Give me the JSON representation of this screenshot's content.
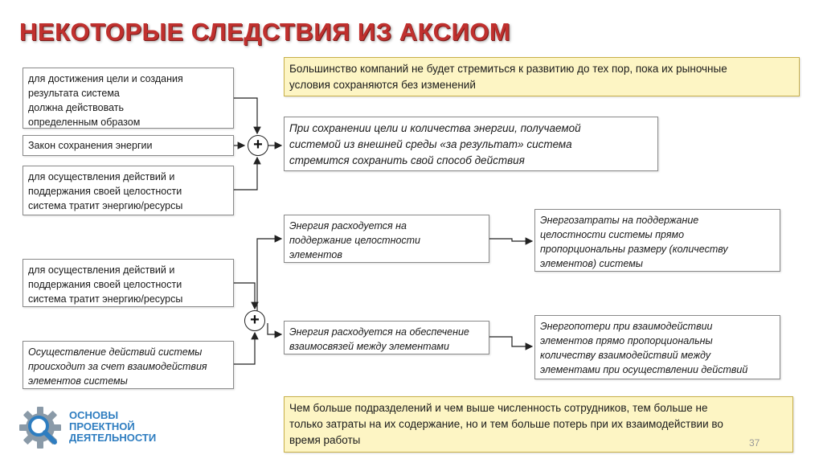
{
  "title": "НЕКОТОРЫЕ СЛЕДСТВИЯ ИЗ АКСИОМ",
  "top": {
    "box_goal": [
      "для достижения цели и создания",
      "результата система",
      "должна действовать",
      "определенным образом"
    ],
    "box_law": "Закон сохранения энергии",
    "box_resources": [
      "для осуществления действий и",
      "поддержания своей целостности",
      "система тратит энергию/ресурсы"
    ],
    "plus": "+",
    "result": [
      "При сохранении цели и количества энергии, получаемой",
      "системой из внешней среды «за результат» система",
      "стремится сохранить свой способ действия"
    ],
    "note_top": [
      "Большинство компаний не будет стремиться к развитию до тех пор, пока их рыночные",
      "условия сохраняются без изменений"
    ]
  },
  "bottom": {
    "box_resources": [
      "для осуществления действий и",
      "поддержания своей целостности",
      "система тратит энергию/ресурсы"
    ],
    "box_interaction": [
      "Осуществление действий системы",
      "происходит за счет взаимодействия",
      "элементов системы"
    ],
    "plus": "+",
    "energy_integrity": [
      "Энергия расходуется на",
      "поддержание целостности",
      "элементов"
    ],
    "energy_links": [
      "Энергия расходуется на обеспечение",
      "взаимосвязей между элементами"
    ],
    "consequence_integrity": [
      "Энергозатраты на поддержание",
      "целостности системы прямо",
      "пропорциональны размеру (количеству",
      "элементов) системы"
    ],
    "consequence_links": [
      "Энергопотери при взаимодействии",
      "элементов прямо пропорциональны",
      "количеству взаимодействий между",
      "элементами при осуществлении действий"
    ],
    "note_bottom": [
      "Чем больше подразделений и чем выше численность сотрудников, тем больше не",
      "только затраты на их содержание, но и тем больше потерь при их взаимодействии во",
      "время работы"
    ]
  },
  "logo": {
    "lines": [
      "ОСНОВЫ",
      "ПРОЕКТНОЙ",
      "ДЕЯТЕЛЬНОСТИ"
    ],
    "icon": "gear-magnifier-icon",
    "color": "#2e7dc0"
  },
  "page_number": "37",
  "colors": {
    "title": "#c0302e",
    "note_bg": "#fdf5c4",
    "note_border": "#c8b04a"
  }
}
